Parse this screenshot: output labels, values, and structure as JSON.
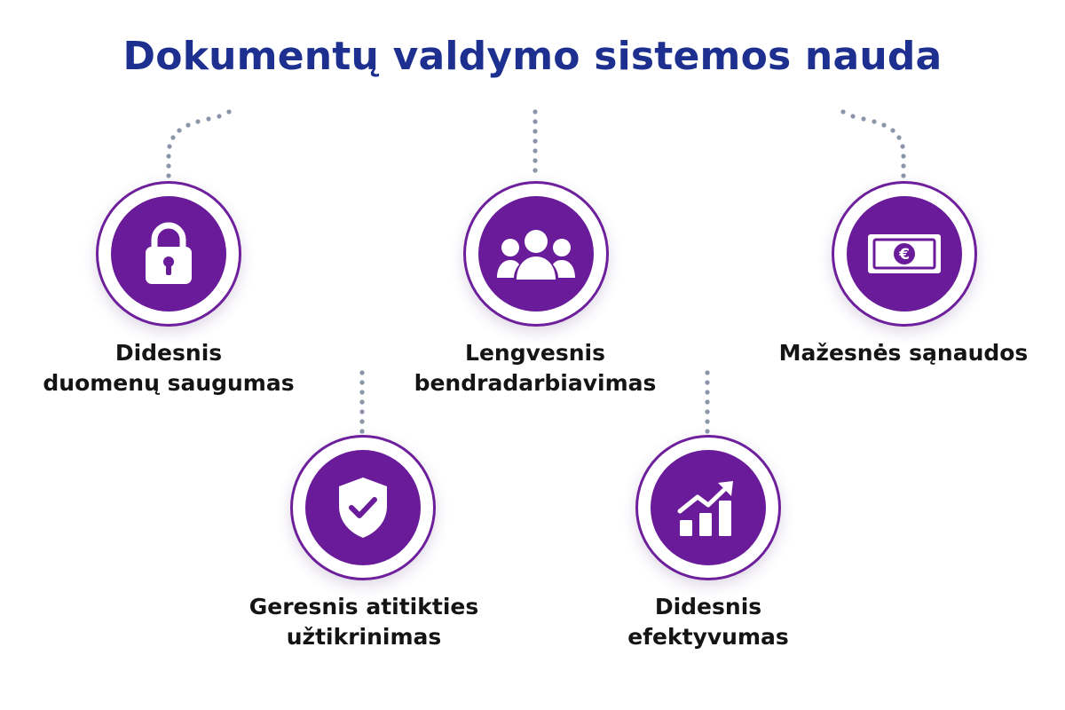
{
  "title": "Dokumentų valdymo sistemos nauda",
  "colors": {
    "title": "#1d2f8f",
    "accent": "#6a1b9a",
    "connector": "#8a96a8",
    "label": "#141414"
  },
  "benefits": [
    {
      "icon": "lock-icon",
      "lines": [
        "Didesnis",
        "duomenų saugumas"
      ]
    },
    {
      "icon": "team-icon",
      "lines": [
        "Lengvesnis",
        "bendradarbiavimas"
      ]
    },
    {
      "icon": "money-euro-icon",
      "lines": [
        "Mažesnės sąnaudos"
      ]
    },
    {
      "icon": "shield-check-icon",
      "lines": [
        "Geresnis atitikties",
        "užtikrinimas"
      ]
    },
    {
      "icon": "growth-chart-icon",
      "lines": [
        "Didesnis",
        "efektyvumas"
      ]
    }
  ]
}
